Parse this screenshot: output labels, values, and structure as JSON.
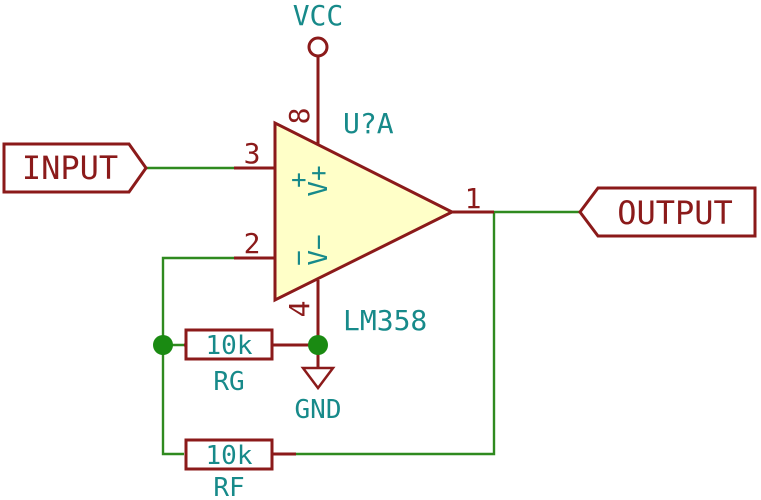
{
  "power": {
    "vcc_label": "VCC",
    "gnd_label": "GND"
  },
  "opamp": {
    "reference": "U?A",
    "value": "LM358",
    "pins": {
      "non_inverting": "3",
      "inverting": "2",
      "output": "1",
      "v_plus": "8",
      "v_minus": "4"
    },
    "symbols": {
      "plus": "+",
      "minus": "−",
      "v_plus": "V+",
      "v_minus": "V−"
    }
  },
  "ports": {
    "input": "INPUT",
    "output": "OUTPUT"
  },
  "resistors": {
    "rg": {
      "value": "10k",
      "reference": "RG"
    },
    "rf": {
      "value": "10k",
      "reference": "RF"
    }
  },
  "colors": {
    "component": "#8b1a1a",
    "body_fill": "#ffffc8",
    "wire": "#2f8a1f",
    "junction": "#1a8a12",
    "text": "#178a8a"
  }
}
